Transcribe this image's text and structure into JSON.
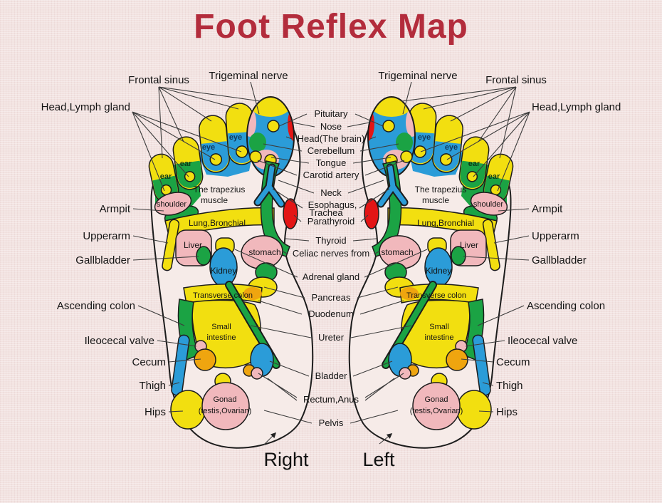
{
  "title": "Foot Reflex Map",
  "colors": {
    "title_red": "#b32c3c",
    "background_pink": "#f2e3e1",
    "zone_yellow": "#f2df10",
    "zone_blue": "#2b9cd8",
    "zone_green": "#1ba344",
    "zone_pink": "#f1b8bc",
    "zone_red": "#e31515",
    "zone_orange": "#efa50f",
    "outline_black": "#1c1c1c"
  },
  "labels": {
    "top": [
      "Frontal sinus",
      "Trigeminal nerve",
      "Head,Lymph gland"
    ],
    "side": [
      "Armpit",
      "Upperarm",
      "Gallbladder",
      "Ascending colon",
      "Ileocecal valve",
      "Cecum",
      "Thigh",
      "Hips"
    ],
    "center": [
      "Pituitary",
      "Nose",
      "Head(The brain)",
      "Cerebellum",
      "Tongue",
      "Carotid artery",
      "Neck",
      "Esophagus,",
      "Trachea",
      "Parathyroid",
      "Thyroid",
      "Celiac nerves from",
      "Adrenal gland",
      "Pancreas",
      "Duodenum",
      "Ureter",
      "Bladder",
      "Rectum,Anus",
      "Pelvis"
    ],
    "foot": {
      "eye": "eye",
      "ear": "ear",
      "shoulder": "shoulder",
      "trapezius_1": "The trapezius",
      "trapezius_2": "muscle",
      "lung": "Lung,Bronchial",
      "liver": "Liver",
      "stomach": "stomach",
      "kidney": "Kidney",
      "transverse_colon": "Transverse colon",
      "small_intestine_1": "Small",
      "small_intestine_2": "intestine",
      "gonad_1": "Gonad",
      "gonad_2": "(testis,Ovarian)"
    }
  },
  "footer": {
    "right_foot": "Right",
    "left_foot": "Left"
  }
}
